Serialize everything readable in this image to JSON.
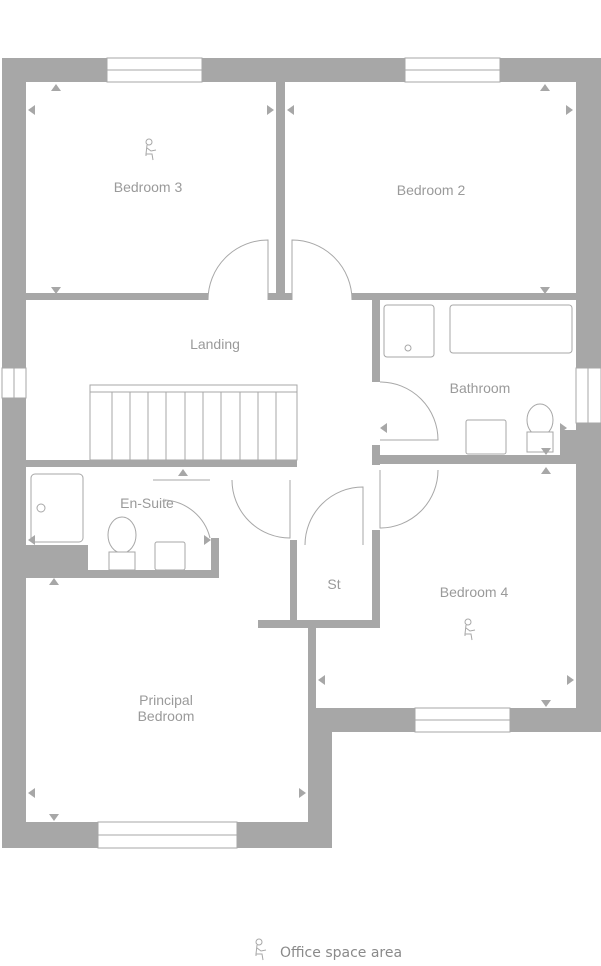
{
  "rooms": {
    "bedroom3": "Bedroom 3",
    "bedroom2": "Bedroom 2",
    "landing": "Landing",
    "bathroom": "Bathroom",
    "ensuite": "En-Suite",
    "store": "St",
    "bedroom4": "Bedroom 4",
    "principal_line1": "Principal",
    "principal_line2": "Bedroom"
  },
  "legend": {
    "icon": "office-person-icon",
    "label": "Office space area"
  },
  "colors": {
    "wall": "#a7a7a7",
    "text": "#9a9a9a"
  }
}
